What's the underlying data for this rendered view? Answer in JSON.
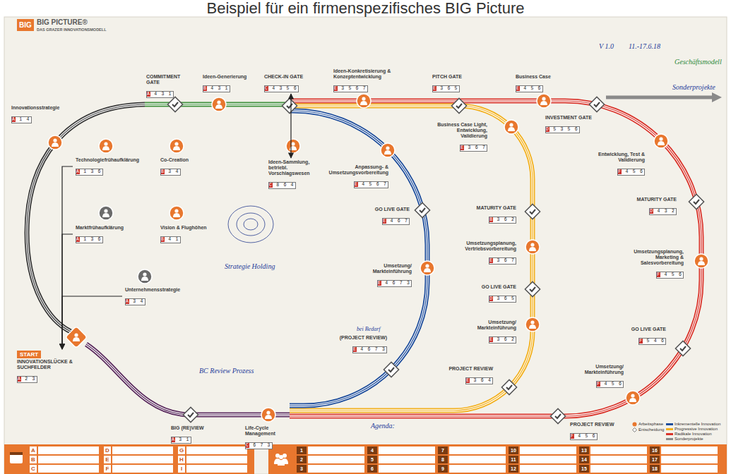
{
  "diagram": {
    "title": "Beispiel für ein firmenspezifisches BIG Picture",
    "nodes": [
      {
        "text": [
          "COMMITMENT GATE",
          "A 4 3 1"
        ]
      },
      {
        "text": [
          "Ideen-Generierung",
          "B 4 3 1"
        ]
      },
      {
        "text": [
          "CHECK-IN GATE",
          "C 4 3 5 6"
        ]
      },
      {
        "text": [
          "Ideen-Konkretisierung & Konzeptentwicklung",
          "E 3 5 6 7"
        ]
      },
      {
        "text": [
          "PITCH GATE",
          "E 3 6 5"
        ]
      },
      {
        "text": [
          "Business Case",
          "E 4 5 6"
        ]
      },
      {
        "text": [
          "Innovationsstrategie",
          "A 1 4"
        ]
      },
      {
        "text": [
          "INVESTMENT GATE",
          "D 5 3 5 6"
        ]
      },
      {
        "text": [
          "Technologiefrühaufklärung",
          "A 1 3 6"
        ]
      },
      {
        "text": [
          "Co-Creation",
          "B 3 4"
        ]
      },
      {
        "text": [
          "Ideen-Sammlung, betriebl. Vorschlagswesen",
          "C 8 6 4"
        ]
      },
      {
        "text": [
          "Anpassung- & Umsetzungsvorbereitung",
          "E 4 5 6 7"
        ]
      },
      {
        "text": [
          "Business Case Light, Entwicklung, Validierung",
          "E 3 6 7"
        ]
      },
      {
        "text": [
          "Entwicklung, Test & Validierung",
          "F 4 5 6"
        ]
      },
      {
        "text": [
          "Marktfrühaufklärung",
          "A 1 3 6"
        ]
      },
      {
        "text": [
          "Vision & Flughöhen",
          "B 4 1"
        ]
      },
      {
        "text": [
          "MATURITY GATE",
          "B 3 6 2"
        ]
      },
      {
        "text": [
          "MATURITY GATE",
          "D 4 3 2"
        ]
      },
      {
        "text": [
          "GO LIVE GATE",
          "E 4 6 7"
        ]
      },
      {
        "text": [
          "Umsetzungsplanung, Vertriebsvorbereitung",
          "E 3 6 7"
        ]
      },
      {
        "text": [
          "Umsetzungsplanung, Marketing & Salesvorbereitung",
          "F 4 5 6"
        ]
      },
      {
        "text": [
          "Umsetzung/ Markteinführung",
          "E 4 6 7 3"
        ]
      },
      {
        "text": [
          "Unternehmensstrategie",
          "A 3 4"
        ]
      },
      {
        "text": [
          "GO LIVE GATE",
          "D 3 6 5"
        ]
      },
      {
        "text": [
          "Umsetzung/ Markteinführung",
          "E 3 6 2"
        ]
      },
      {
        "text": [
          "GO LIVE GATE",
          "F 5 4 6"
        ]
      },
      {
        "text": [
          "(PROJECT REVIEW)",
          "E 4 6 7 3"
        ]
      },
      {
        "text": [
          "START",
          "INNOVATIONSLÜCKE & SUCHFELDER",
          "A 2 3"
        ]
      },
      {
        "text": [
          "Umsetzung/ Markteinführung",
          "F 4 5 6"
        ]
      },
      {
        "text": [
          "PROJECT REVIEW",
          "E 3 6 4"
        ]
      },
      {
        "text": [
          "BIG (RE)VIEW",
          "A 3 1"
        ]
      },
      {
        "text": [
          "Life-Cycle Management",
          "C 6 7 3"
        ]
      },
      {
        "text": [
          "PROJECT REVIEW",
          "F 4 5 6"
        ]
      }
    ],
    "edges": [
      {
        "from": 8,
        "to": 27,
        "arrow": "to"
      },
      {
        "from": 14,
        "to": 27,
        "arrow": "to"
      },
      {
        "from": 22,
        "to": 27,
        "arrow": "to"
      },
      {
        "from": 10,
        "to": 2,
        "arrow": "both"
      }
    ],
    "labels": [
      "BIG",
      "BIG PICTURE®",
      "DAS GRAZER INNOVATIONSMODELL",
      "V 1.0",
      "11.-17.6.18",
      "Geschäftsmodell",
      "Sonderprojekte",
      "Strategie Holding",
      "bei Bedarf",
      "BC Review Prozess",
      "Agenda:",
      "A",
      "B",
      "C",
      "D",
      "E",
      "F",
      "G",
      "H",
      "I",
      "1",
      "2",
      "3",
      "4",
      "5",
      "6",
      "7",
      "8",
      "9",
      "10",
      "11",
      "12",
      "13",
      "14",
      "15",
      "16",
      "17",
      "18"
    ],
    "legend": [
      {
        "text": "Arbeitsphase"
      },
      {
        "text": "Entscheidung"
      },
      {
        "text": "Inkrementelle Innovation",
        "color": "#1f4e9c"
      },
      {
        "text": "Progressive Innovation",
        "color": "#f2b01e"
      },
      {
        "text": "Radikale Innovation",
        "color": "#d9342b"
      },
      {
        "text": "Sonderprojekte",
        "color": "#8a8a8a"
      }
    ]
  }
}
